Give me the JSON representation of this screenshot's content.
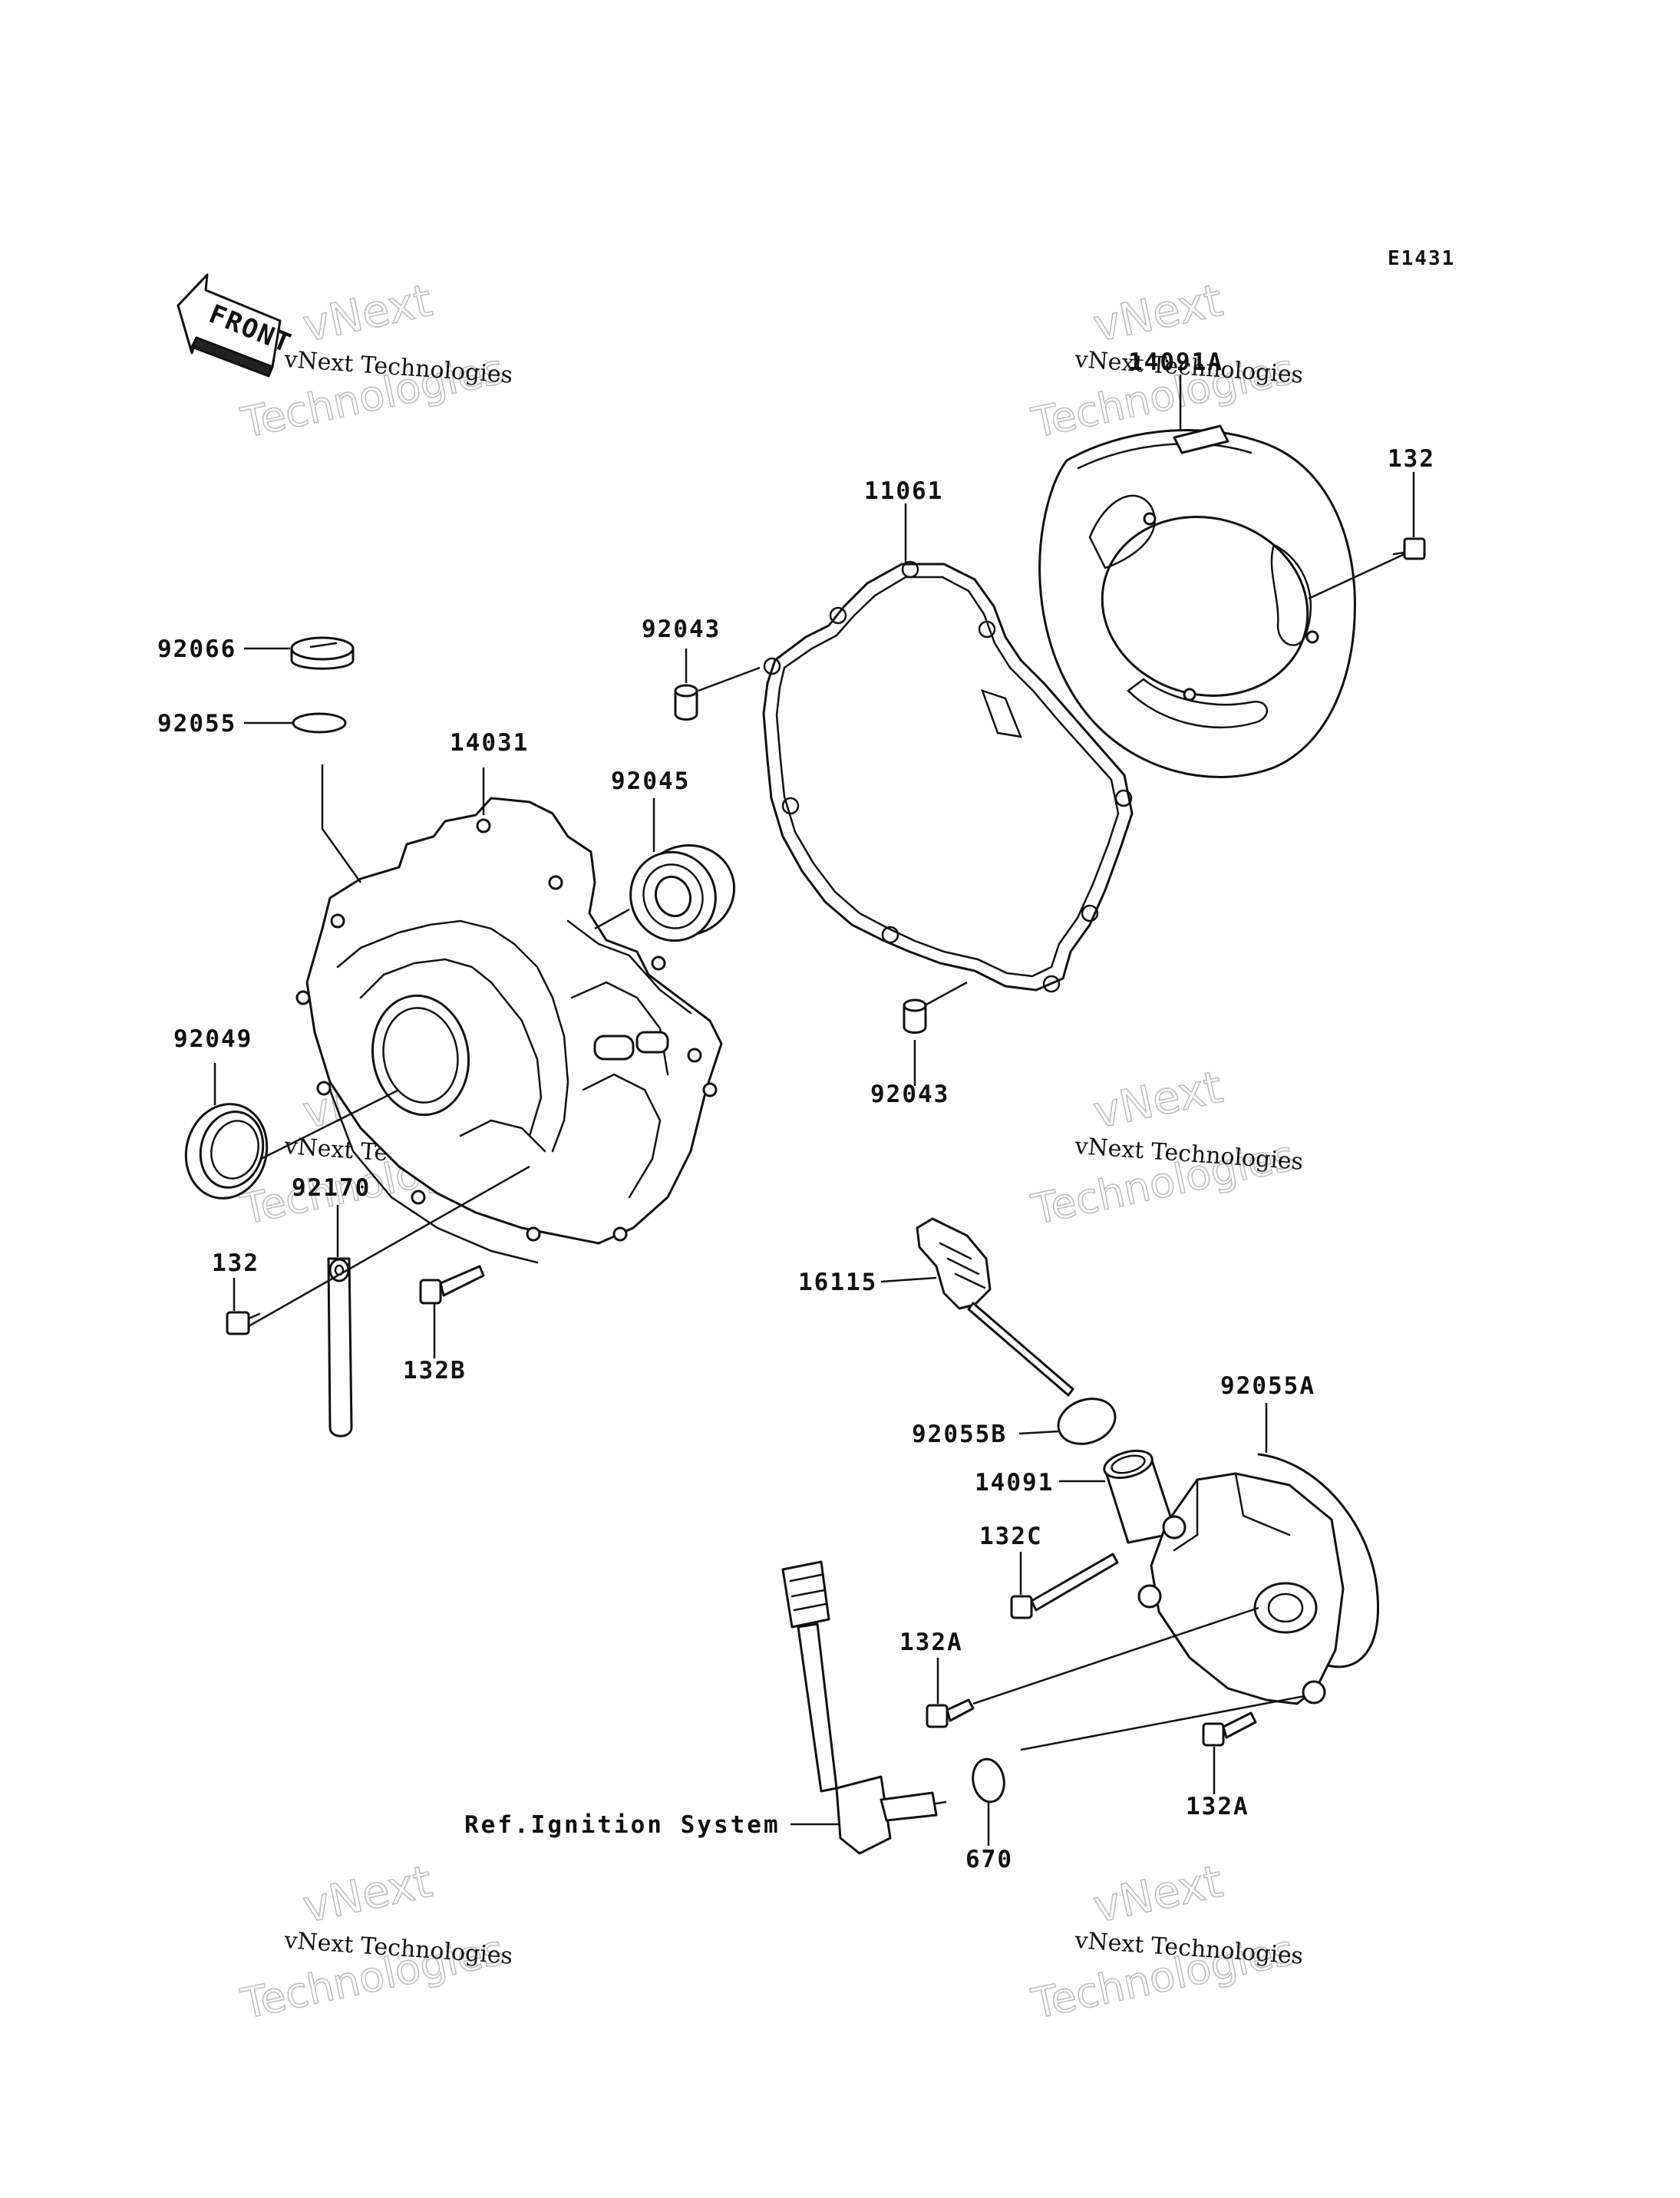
{
  "diagram_code": "E1431",
  "front_label": "FRONT",
  "reference_label": "Ref.Ignition System",
  "watermark": {
    "line1": "vNext Technologies",
    "line2": "vNext",
    "line3": "Technologies"
  },
  "part_labels": {
    "p14091A": "14091A",
    "p132_top": "132",
    "p11061": "11061",
    "p92043_top": "92043",
    "p92066": "92066",
    "p92055": "92055",
    "p14031": "14031",
    "p92045": "92045",
    "p92049": "92049",
    "p92043_bottom": "92043",
    "p92170": "92170",
    "p132_left": "132",
    "p132B": "132B",
    "p16115": "16115",
    "p92055A": "92055A",
    "p92055B": "92055B",
    "p14091": "14091",
    "p132C": "132C",
    "p132A_left": "132A",
    "p132A_right": "132A",
    "p670": "670"
  }
}
